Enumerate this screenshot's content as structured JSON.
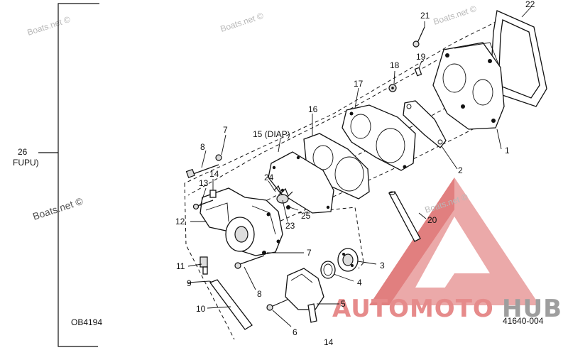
{
  "watermarks": {
    "w1": "Boats.net ©",
    "w2": "Boats.net ©",
    "w3": "Boats.net ©",
    "w4": "Boats.net ©",
    "w5": "Boats.net ©"
  },
  "assembly": {
    "number": "26",
    "name": "FUPU)"
  },
  "callouts": {
    "c1": "1",
    "c2": "2",
    "c3": "3",
    "c4": "4",
    "c5": "5",
    "c6": "6",
    "c7a": "7",
    "c7b": "7",
    "c8a": "8",
    "c8b": "8",
    "c9": "9",
    "c10": "10",
    "c11": "11",
    "c12": "12",
    "c13": "13",
    "c14a": "14",
    "c14b": "14",
    "c15": "15 (DIAP)",
    "c16": "16",
    "c17": "17",
    "c18": "18",
    "c19": "19",
    "c20": "20",
    "c21": "21",
    "c22": "22",
    "c23": "23",
    "c24": "24",
    "c25": "25"
  },
  "codes": {
    "left": "OB4194",
    "right": "41640-004"
  },
  "logo": {
    "part_a": "AUTOMOTO",
    "part_b": "HUB",
    "colors": {
      "triangle": "#e89a9a",
      "auto_text": "#e68b8b",
      "hub_text": "#9e9e9e"
    }
  }
}
